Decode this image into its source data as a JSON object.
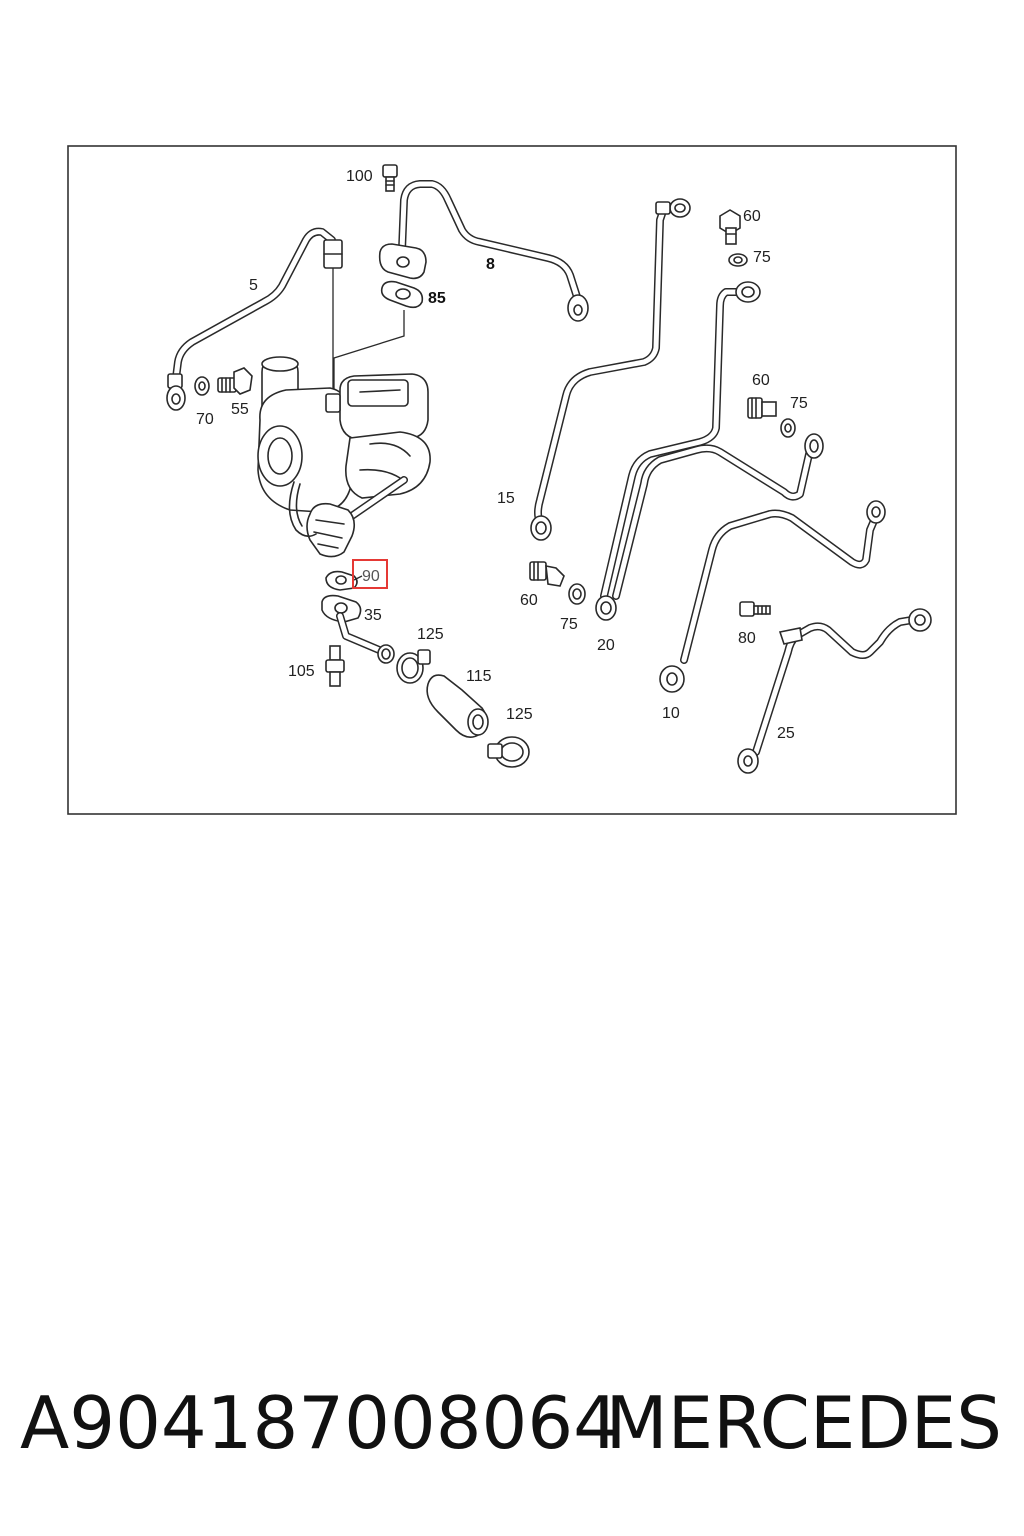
{
  "diagram": {
    "frame_border_color": "#333333",
    "highlight_color": "#e53935",
    "highlighted_label": "90",
    "labels": [
      {
        "id": "100",
        "text": "100",
        "bold": false
      },
      {
        "id": "8",
        "text": "8",
        "bold": true
      },
      {
        "id": "85",
        "text": "85",
        "bold": true
      },
      {
        "id": "5",
        "text": "5",
        "bold": false
      },
      {
        "id": "70",
        "text": "70",
        "bold": false
      },
      {
        "id": "55",
        "text": "55",
        "bold": false
      },
      {
        "id": "60a",
        "text": "60",
        "bold": false
      },
      {
        "id": "75a",
        "text": "75",
        "bold": false
      },
      {
        "id": "60b",
        "text": "60",
        "bold": false
      },
      {
        "id": "75b",
        "text": "75",
        "bold": false
      },
      {
        "id": "15",
        "text": "15",
        "bold": false
      },
      {
        "id": "90",
        "text": "90",
        "bold": false
      },
      {
        "id": "35",
        "text": "35",
        "bold": false
      },
      {
        "id": "125a",
        "text": "125",
        "bold": false
      },
      {
        "id": "60c",
        "text": "60",
        "bold": false
      },
      {
        "id": "75c",
        "text": "75",
        "bold": false
      },
      {
        "id": "20",
        "text": "20",
        "bold": false
      },
      {
        "id": "80",
        "text": "80",
        "bold": false
      },
      {
        "id": "105",
        "text": "105",
        "bold": false
      },
      {
        "id": "115",
        "text": "115",
        "bold": false
      },
      {
        "id": "125b",
        "text": "125",
        "bold": false
      },
      {
        "id": "10",
        "text": "10",
        "bold": false
      },
      {
        "id": "25",
        "text": "25",
        "bold": false
      }
    ]
  },
  "footer": {
    "part_number": "A904187008064",
    "brand": "MERCEDES"
  }
}
